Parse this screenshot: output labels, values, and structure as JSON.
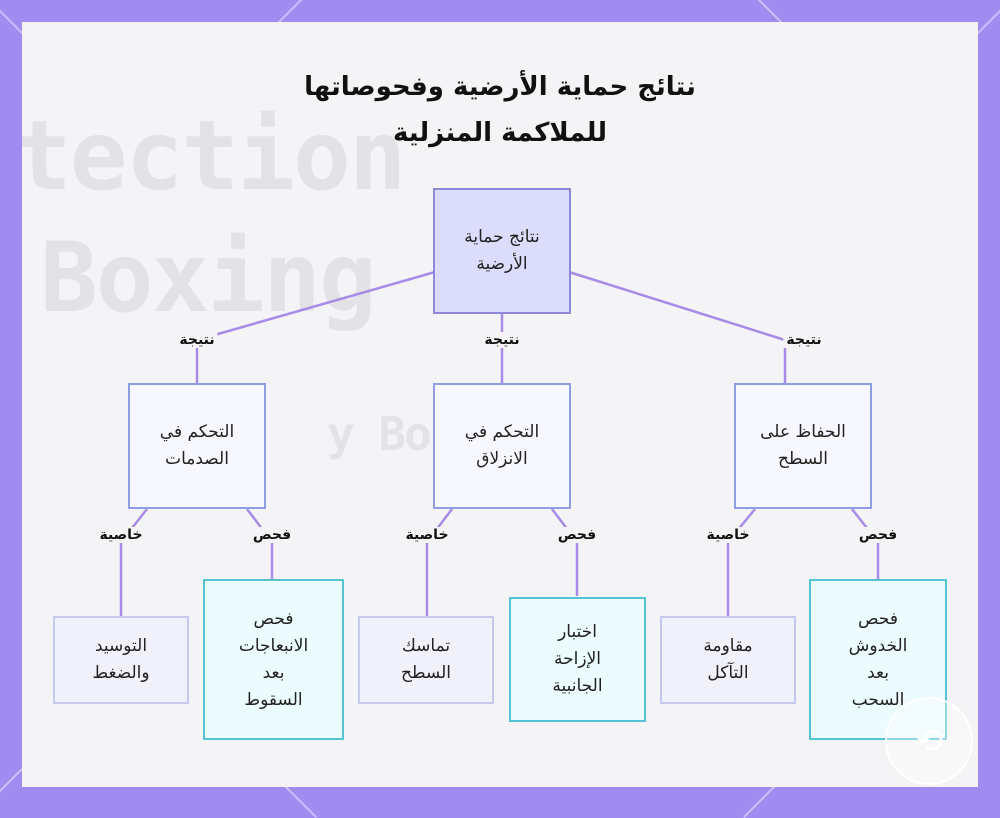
{
  "title_lines": [
    "نتائج حماية الأرضية وفحوصاتها",
    "للملاكمة المنزلية"
  ],
  "background_text": [
    "tection",
    "Boxing",
    "y Bo"
  ],
  "nodes": {
    "root": [
      "نتائج حماية",
      "الأرضية"
    ],
    "shock": [
      "التحكم في",
      "الصدمات"
    ],
    "slip": [
      "التحكم في",
      "الانزلاق"
    ],
    "surface": [
      "الحفاظ على",
      "السطح"
    ],
    "cushion": [
      "التوسيد",
      "والضغط"
    ],
    "dent_test": [
      "فحص",
      "الانبعاجات",
      "بعد",
      "السقوط"
    ],
    "cohesion": [
      "تماسك",
      "السطح"
    ],
    "shift_test": [
      "اختبار",
      "الإزاحة",
      "الجانبية"
    ],
    "abrasion": [
      "مقاومة",
      "التآكل"
    ],
    "scratch_test": [
      "فحص",
      "الخدوش",
      "بعد",
      "السحب"
    ]
  },
  "edge_labels": {
    "result": "نتيجة",
    "property": "خاصية",
    "test": "فحص"
  },
  "colors": {
    "frame": "#a08cf0",
    "edge": "#a78be6",
    "root_fill": "#dcdcfd",
    "test_border": "#55c4d2"
  }
}
